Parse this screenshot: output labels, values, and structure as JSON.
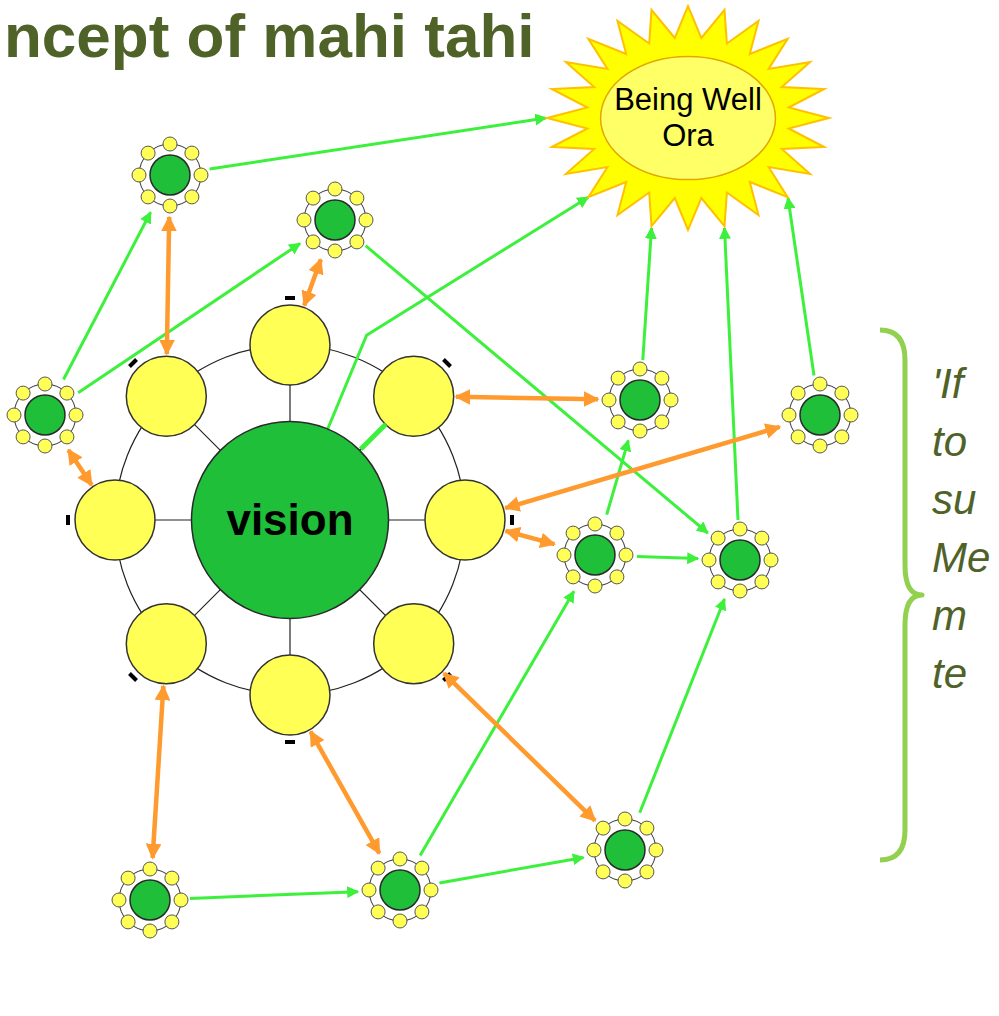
{
  "diagram": {
    "title": "ncept of mahi tahi",
    "nodes": [
      {
        "text": [
          "Being Well",
          "Ora"
        ]
      },
      {
        "text": [
          "vision"
        ]
      }
    ],
    "edges": [
      {
        "from": 1,
        "to": 0,
        "arrow": "to"
      }
    ],
    "labels": [
      "'If to su Me m te"
    ]
  }
}
